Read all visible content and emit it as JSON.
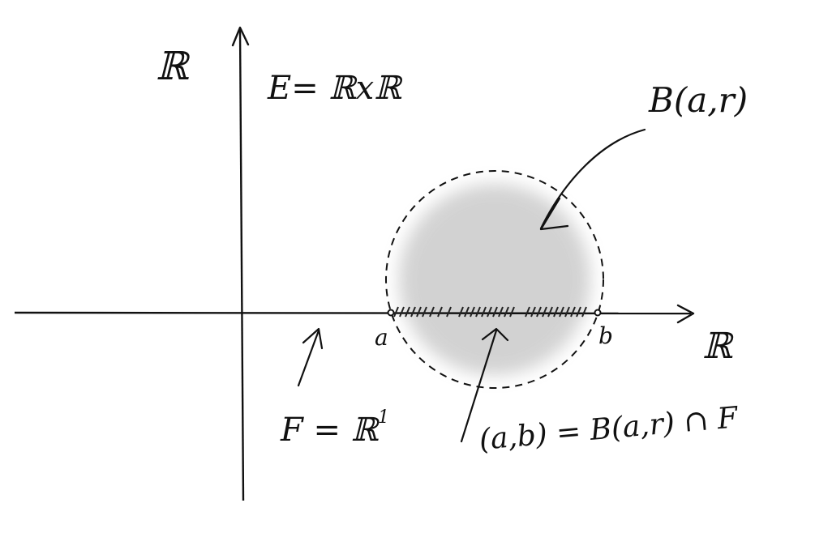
{
  "labels": {
    "y_axis": "ℝ",
    "space": "E= ℝxℝ",
    "ball": "B(a,r)",
    "x_axis": "ℝ",
    "point_a": "a",
    "point_b": "b",
    "subspace": "F = ℝ",
    "subspace_exp": "1",
    "intersection": "(a,b) = B(a,r) ∩ F"
  },
  "colors": {
    "ink": "#111111",
    "shading": "#bdbdbd",
    "background": "#ffffff"
  }
}
